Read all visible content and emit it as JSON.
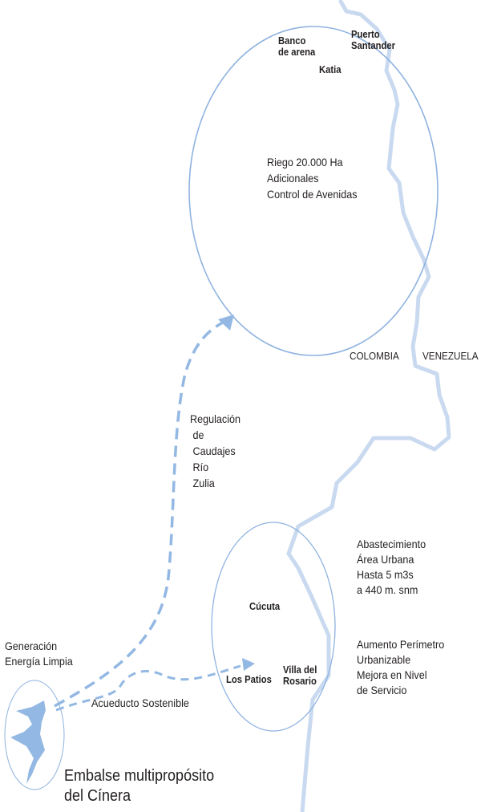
{
  "colors": {
    "line": "#8fb3e0",
    "river": "#c9daf0",
    "lake": "#93b8e3",
    "text": "#231f20"
  },
  "places": {
    "banco": "Banco\nde arena",
    "puerto": "Puerto\nSantander",
    "katia": "Katia",
    "cucuta": "Cúcuta",
    "los_patios": "Los Patios",
    "villa": "Villa del\nRosario",
    "colombia": "COLOMBIA",
    "venezuela": "VENEZUELA"
  },
  "notes": {
    "riego": "Riego 20.000 Ha\nAdicionales\nControl de Avenidas",
    "regulacion": "Regulación\n de\n Caudajes\n Río\n Zulia",
    "abastecimiento": "Abastecimiento\nÁrea Urbana\nHasta 5 m3s\na 440 m. snm",
    "aumento": "Aumento Perímetro\nUrbanizable\nMejora en Nivel\nde Servicio",
    "generacion": "Generación\nEnergía Limpia",
    "acueducto": "Acueducto Sostenible",
    "embalse": "Embalse multipropósito\ndel Cínera"
  }
}
